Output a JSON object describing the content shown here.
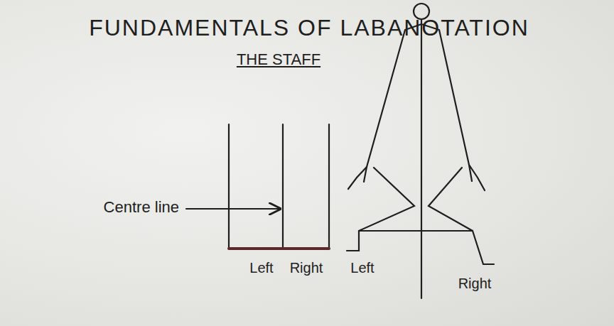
{
  "diagram": {
    "title": "FUNDAMENTALS OF LABANOTATION",
    "labels": [
      "THE STAFF",
      "Centre line",
      "Left",
      "Right",
      "Left",
      "Right"
    ]
  }
}
